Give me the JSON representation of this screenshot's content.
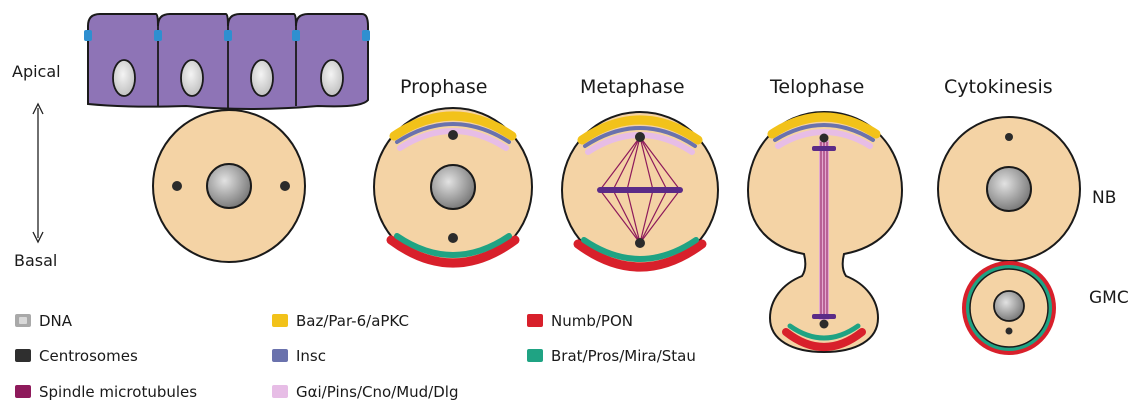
{
  "axis": {
    "apical": "Apical",
    "basal": "Basal"
  },
  "stages": {
    "prophase": "Prophase",
    "metaphase": "Metaphase",
    "telophase": "Telophase",
    "cytokinesis": "Cytokinesis"
  },
  "cell_labels": {
    "nb": "NB",
    "gmc": "GMC"
  },
  "legend": [
    {
      "label": "DNA",
      "color": "#a9a9a9"
    },
    {
      "label": "Centrosomes",
      "color": "#2f2f2f"
    },
    {
      "label": "Spindle microtubules",
      "color": "#8e1a5b"
    },
    {
      "label": "Baz/Par-6/aPKC",
      "color": "#f2c21a"
    },
    {
      "label": "Insc",
      "color": "#6a72ad"
    },
    {
      "label": "Gαi/Pins/Cno/Mud/Dlg",
      "color": "#e7bde6"
    },
    {
      "label": "Numb/PON",
      "color": "#d8202b"
    },
    {
      "label": "Brat/Pros/Mira/Stau",
      "color": "#1fa383"
    }
  ],
  "colors": {
    "cytoplasm": "#f4d3a5",
    "epithelium": "#8e74b6",
    "junction": "#2f8fd0",
    "nucleus": "#8f8f8f"
  }
}
